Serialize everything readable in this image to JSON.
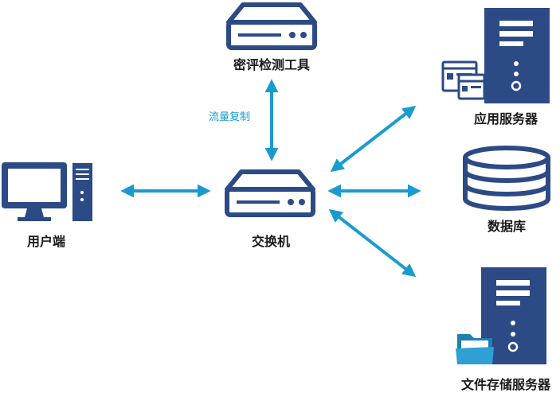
{
  "nodes": {
    "detector": {
      "label": "密评检测工具",
      "icon": "network-device-icon"
    },
    "switch": {
      "label": "交换机",
      "icon": "network-device-icon"
    },
    "client": {
      "label": "用户端",
      "icon": "desktop-computer-icon"
    },
    "app_server": {
      "label": "应用服务器",
      "icon": "server-tower-icon"
    },
    "database": {
      "label": "数据库",
      "icon": "database-icon"
    },
    "file_server": {
      "label": "文件存储服务器",
      "icon": "server-tower-icon"
    }
  },
  "edges": {
    "mirror": {
      "label": "流量复制"
    }
  },
  "colors": {
    "icon": "#2c4a86",
    "arrow": "#1a9bd0",
    "folder": "#2ea0d6",
    "text": "#1a1a1a"
  }
}
